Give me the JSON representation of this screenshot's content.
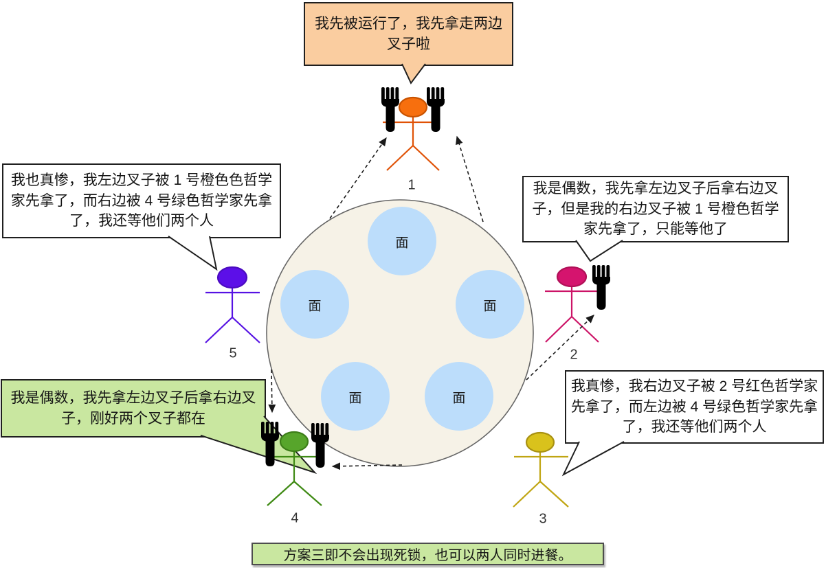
{
  "diagram_title": "dining-philosophers-scheme-3",
  "caption": {
    "text": "方案三即不会出现死锁，也可以两人同时进餐。"
  },
  "speech_bubbles": {
    "philosopher_1": {
      "text": "我先被运行了，我先拿走两边叉子啦",
      "style": "orange"
    },
    "philosopher_5": {
      "text": "我也真惨，我左边叉子被 1 号橙色色哲学家先拿了，而右边被 4 号绿色哲学家先拿了，我还等他们两个人",
      "style": "white"
    },
    "philosopher_2": {
      "text": "我是偶数，我先拿左边叉子后拿右边叉子，但是我的右边叉子被 1 号橙色哲学家先拿了，只能等他了",
      "style": "white"
    },
    "philosopher_4": {
      "text": "我是偶数，我先拿左边叉子后拿右边叉子，刚好两个叉子都在",
      "style": "green"
    },
    "philosopher_3": {
      "text": "我真惨，我右边叉子被 2 号红色哲学家先拿了，而左边被 4 号绿色哲学家先拿了，我还等他们两个人",
      "style": "white"
    }
  },
  "table": {
    "plate_label": "面",
    "plate_count": 5
  },
  "philosophers": [
    {
      "number": "1",
      "color_name": "orange",
      "line_color": "#E05206",
      "head_fill": "#F76F0E",
      "head_stroke": "#C85200",
      "forks_held": 2
    },
    {
      "number": "2",
      "color_name": "red",
      "line_color": "#CC1467",
      "head_fill": "#D5146E",
      "head_stroke": "#B01057",
      "forks_held": 1
    },
    {
      "number": "3",
      "color_name": "yellow",
      "line_color": "#C0A512",
      "head_fill": "#D9C21C",
      "head_stroke": "#A89112",
      "forks_held": 0
    },
    {
      "number": "4",
      "color_name": "green",
      "line_color": "#3F8A14",
      "head_fill": "#57A52B",
      "head_stroke": "#3C7D18",
      "forks_held": 2
    },
    {
      "number": "5",
      "color_name": "purple",
      "line_color": "#5612E3",
      "head_fill": "#5C0FE8",
      "head_stroke": "#4B0BC0",
      "forks_held": 0
    }
  ],
  "colors": {
    "background": "#FFFFFF",
    "bubble_border": "#1F1F1F",
    "orange_bubble_fill": "#FACDA0",
    "green_bubble_fill": "#C9E7A0",
    "white_bubble_fill": "#FFFFFF",
    "table_fill": "#F6F2E7",
    "table_stroke": "#666666",
    "plate_fill": "#BCDDFB",
    "fork_color": "#000000",
    "arrow_color": "#1A1A1A"
  }
}
